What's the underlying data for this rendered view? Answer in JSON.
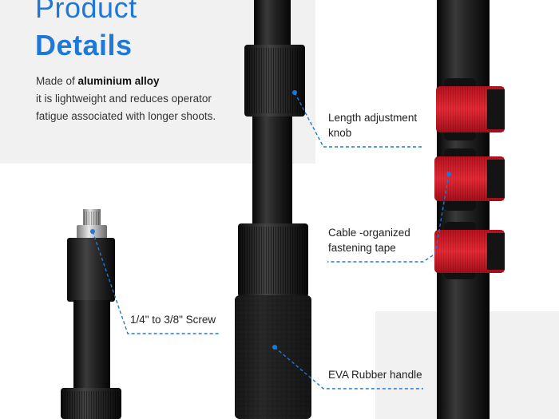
{
  "heading": {
    "line1": "Product",
    "line2": "Details",
    "color": "#1d78d8"
  },
  "description": {
    "line1_prefix": "Made of ",
    "line1_bold": "aluminium alloy",
    "line2": "it is  lightweight and reduces operator",
    "line3": "fatigue associated with longer shoots."
  },
  "callouts": {
    "knob_line1": "Length adjustment",
    "knob_line2": "knob",
    "tape_line1": "Cable -organized",
    "tape_line2": "fastening tape",
    "screw": "1/4\" to 3/8\" Screw",
    "handle": "EVA Rubber handle"
  },
  "colors": {
    "accent": "#1d78d8",
    "strap": "#d9202e",
    "tube": "#1b1b1b",
    "panel": "#f1f1f1"
  }
}
